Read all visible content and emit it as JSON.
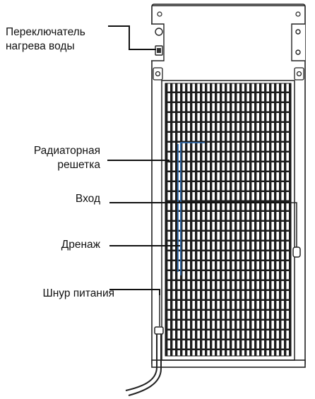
{
  "labels": {
    "heater_switch_line1": "Переключатель",
    "heater_switch_line2": "нагрева воды",
    "radiator_line1": "Радиаторная",
    "radiator_line2": "решетка",
    "inlet": "Вход",
    "drain": "Дренаж",
    "power_cord": "Шнур питания"
  }
}
